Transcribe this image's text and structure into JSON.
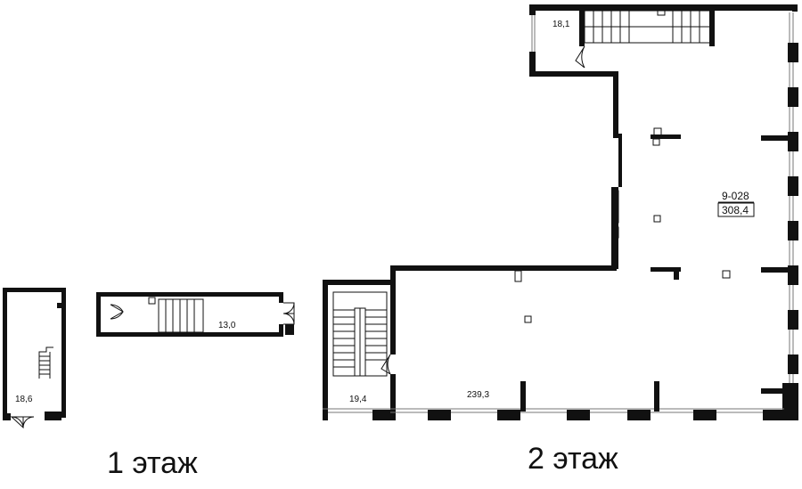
{
  "floors": [
    {
      "label": "1 этаж"
    },
    {
      "label": "2 этаж"
    }
  ],
  "rooms": {
    "floor1_left_area": "18,6",
    "floor1_corridor_area": "13,0",
    "floor2_stair_top_area": "18,1",
    "floor2_stair_left_area": "19,4",
    "floor2_lower_hall_area": "239,3"
  },
  "unit_tag": {
    "number": "9-028",
    "area": "308,4"
  }
}
